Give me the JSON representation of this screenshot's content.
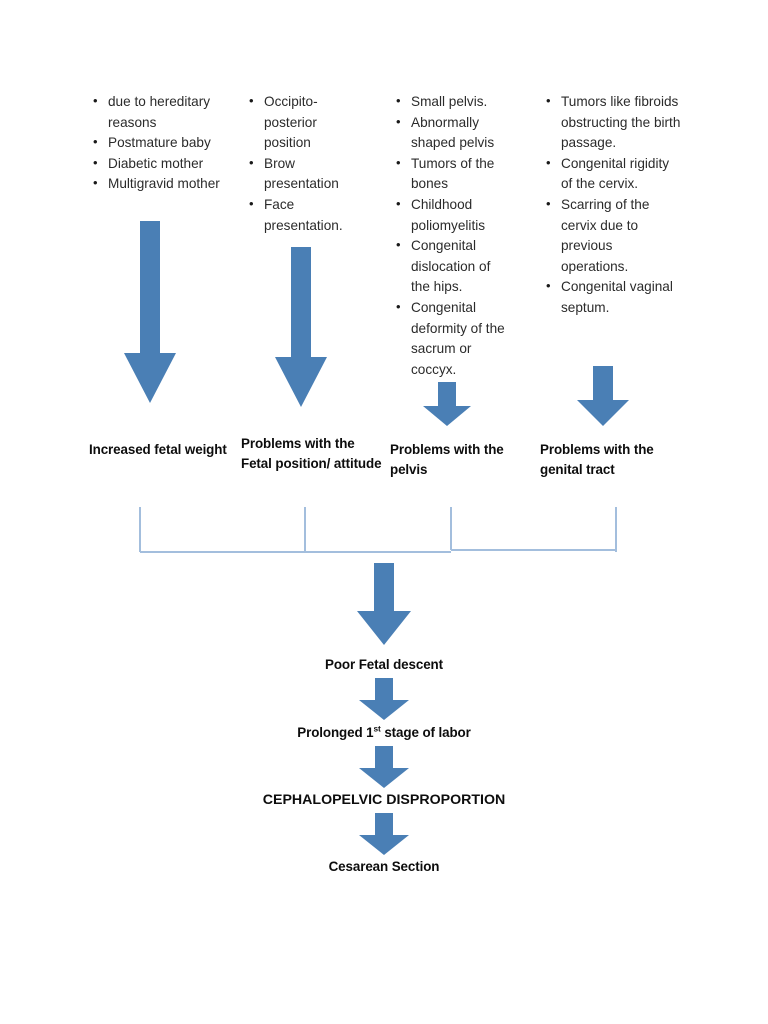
{
  "diagram": {
    "title": "Cephalopelvic Disproportion causes flowchart",
    "accent_color": "#4a7fb5",
    "connector_color": "#a3bedd",
    "text_color": "#2b2b2b"
  },
  "columns": [
    {
      "heading": "Increased fetal weight",
      "items": [
        "due to hereditary reasons",
        "Postmature baby",
        "Diabetic mother",
        "Multigravid mother"
      ]
    },
    {
      "heading": "Problems with the Fetal position/ attitude",
      "items": [
        "Occipito-posterior position",
        "Brow presentation",
        "Face presentation."
      ]
    },
    {
      "heading": "Problems with the pelvis",
      "items": [
        "Small pelvis.",
        "Abnormally shaped pelvis",
        "Tumors of the bones",
        "Childhood poliomyelitis",
        "Congenital dislocation of the hips.",
        "Congenital deformity of the sacrum or coccyx."
      ]
    },
    {
      "heading": "Problems with the genital tract",
      "items": [
        "Tumors like fibroids obstructing the birth passage.",
        "Congenital rigidity of the cervix.",
        "Scarring of the cervix due to previous operations.",
        "Congenital vaginal septum."
      ]
    }
  ],
  "chain": {
    "descent": "Poor Fetal descent",
    "stage_prefix": "Prolonged 1",
    "stage_superscript": "st",
    "stage_suffix": " stage of labor",
    "cpd": "CEPHALOPELVIC DISPROPORTION",
    "cesarean": "Cesarean Section"
  },
  "icons": {
    "down_arrow": "down-arrow-icon",
    "bracket": "merge-bracket-connector"
  }
}
